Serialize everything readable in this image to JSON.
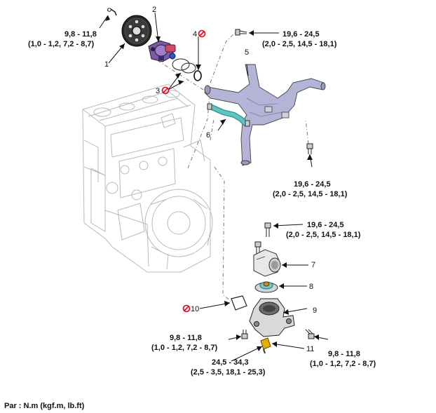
{
  "torques": {
    "t_pulley": {
      "nm": "9,8 - 11,8",
      "alt": "(1,0 - 1,2, 7,2 - 8,7)"
    },
    "t_top_right": {
      "nm": "19,6 - 24,5",
      "alt": "(2,0 - 2,5, 14,5 - 18,1)"
    },
    "t_mid_right": {
      "nm": "19,6 - 24,5",
      "alt": "(2,0 - 2,5, 14,5 - 18,1)"
    },
    "t_housing": {
      "nm": "19,6 - 24,5",
      "alt": "(2,0 - 2,5, 14,5 - 18,1)"
    },
    "t_left_bolt": {
      "nm": "9,8 - 11,8",
      "alt": "(1,0 - 1,2, 7,2 - 8,7)"
    },
    "t_right_bolt": {
      "nm": "9,8 - 11,8",
      "alt": "(1,0 - 1,2, 7,2 - 8,7)"
    },
    "t_sensor": {
      "nm": "24,5 - 34,3",
      "alt": "(2,5 - 3,5, 18,1 - 25,3)"
    }
  },
  "callouts": {
    "c1": "1",
    "c2": "2",
    "c3": "3",
    "c4": "4",
    "c5": "5",
    "c6": "6",
    "c7": "7",
    "c8": "8",
    "c9": "9",
    "c10": "10",
    "c11": "11"
  },
  "footer": {
    "unit_note": "Par : N.m (kgf.m, lb.ft)"
  },
  "colors": {
    "no_reuse_symbol": "#e0001b",
    "pipe": "#b4b4d6",
    "hose": "#5ec4c0",
    "pump": "#6a4b8f",
    "engine_outline": "#b9b9b9",
    "thermostat": "#7cc4c4",
    "sensor": "#e0b000"
  },
  "icons": {
    "no_reuse": "prohibition-circle-icon"
  }
}
